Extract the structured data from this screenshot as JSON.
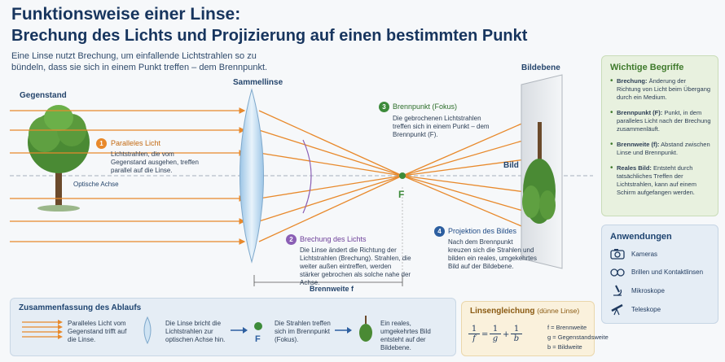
{
  "header": {
    "title_line1": "Funktionsweise einer Linse:",
    "title_line2": "Brechung des Lichts und Projizierung auf einen bestimmten Punkt",
    "intro": "Eine Linse nutzt Brechung, um einfallende Lichtstrahlen so zu bündeln, dass sie sich in einem Punkt treffen – dem Brennpunkt."
  },
  "diagram": {
    "object_label": "Gegenstand",
    "lens_label": "Sammellinse",
    "image_plane_label": "Bildebene",
    "image_label": "Bild",
    "optical_axis": "Optische Achse",
    "focal_point_symbol": "F",
    "focal_length_label": "Brennweite f",
    "steps": [
      {
        "num": "1",
        "title": "Paralleles Licht",
        "text": "Lichtstrahlen, die vom Gegenstand ausgehen, treffen parallel auf die Linse."
      },
      {
        "num": "2",
        "title": "Brechung des Lichts",
        "text": "Die Linse ändert die Richtung der Lichtstrahlen (Brechung). Strahlen, die weiter außen eintreffen, werden stärker gebrochen als solche nahe der Achse."
      },
      {
        "num": "3",
        "title": "Brennpunkt (Fokus)",
        "text": "Die gebrochenen Lichtstrahlen treffen sich in einem Punkt – dem Brennpunkt (F)."
      },
      {
        "num": "4",
        "title": "Projektion des Bildes",
        "text": "Nach dem Brennpunkt kreuzen sich die Strahlen und bilden ein reales, umgekehrtes Bild auf der Bildebene."
      }
    ],
    "colors": {
      "ray": "#e8892b",
      "lens": "#b9d7ee",
      "axis": "#8a98a8",
      "focus": "#3d8b3a",
      "step1": "#e8892b",
      "step2": "#8b5fb5",
      "step3": "#3d8b3a",
      "step4": "#2d5fa0"
    }
  },
  "terms": {
    "title": "Wichtige Begriffe",
    "items": [
      {
        "term": "Brechung:",
        "text": " Änderung der Richtung von Licht beim Übergang durch ein Medium."
      },
      {
        "term": "Brennpunkt (F):",
        "text": " Punkt, in dem paralleles Licht nach der Brechung zusammenläuft."
      },
      {
        "term": "Brennweite (f):",
        "text": " Abstand zwischen Linse und Brennpunkt."
      },
      {
        "term": "Reales Bild:",
        "text": " Entsteht durch tatsächliches Treffen der Lichtstrahlen, kann auf einem Schirm aufgefangen werden."
      }
    ]
  },
  "applications": {
    "title": "Anwendungen",
    "items": [
      {
        "label": "Kameras",
        "icon": "camera-icon"
      },
      {
        "label": "Brillen und Kontaktlinsen",
        "icon": "glasses-icon"
      },
      {
        "label": "Mikroskope",
        "icon": "microscope-icon"
      },
      {
        "label": "Teleskope",
        "icon": "telescope-icon"
      }
    ]
  },
  "summary": {
    "title": "Zusammenfassung des Ablaufs",
    "step1": "Paralleles Licht vom Gegenstand trifft auf die Linse.",
    "step2": "Die Linse bricht die Lichtstrahlen zur optischen Achse hin.",
    "step3": "Die Strahlen treffen sich im Brennpunkt (Fokus).",
    "step4": "Ein reales, umgekehrtes Bild entsteht auf der Bildebene.",
    "focus_symbol": "F"
  },
  "formula": {
    "title": "Linsengleichung",
    "subtitle": "(dünne Linse)",
    "one": "1",
    "f": "f",
    "g": "g",
    "b": "b",
    "eq": "=",
    "plus": "+",
    "legend": [
      "f = Brennweite",
      "g = Gegenstandsweite",
      "b = Bildweite"
    ]
  }
}
